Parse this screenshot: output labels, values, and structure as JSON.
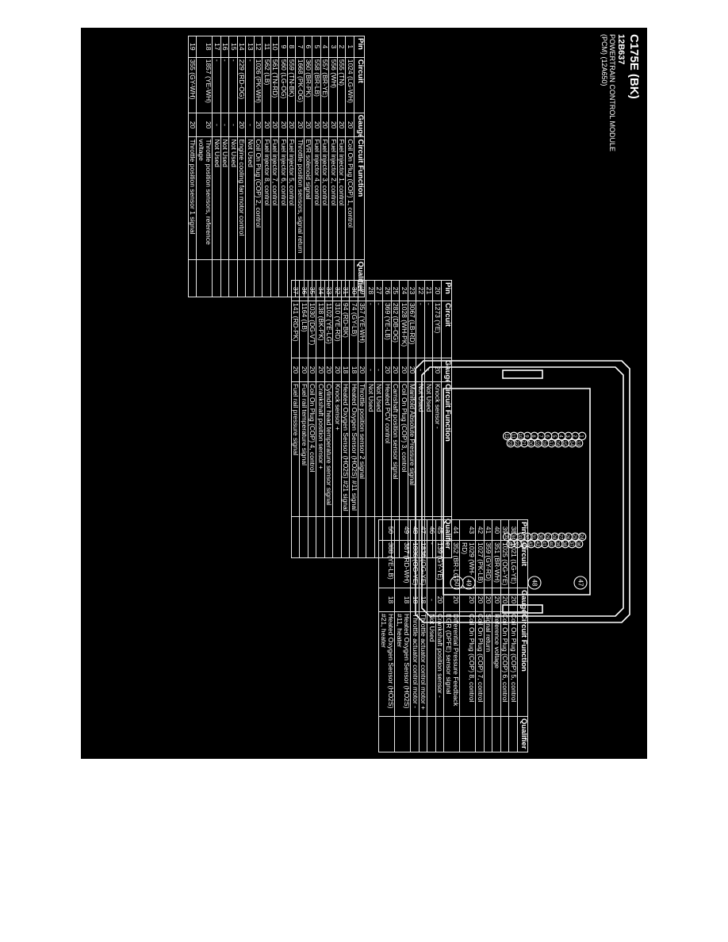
{
  "header": {
    "connector": "C175E (BK)",
    "part_number": "12B637",
    "module_name": "POWERTRAIN CONTROL MODULE",
    "module_sub": "(PCM) (12A650)"
  },
  "table_headers": {
    "pin": "Pin",
    "circuit": "Circuit",
    "gauge": "Gauge",
    "function": "Circuit Function",
    "qualifier": "Qualifier"
  },
  "table1": [
    {
      "pin": "1",
      "circuit": "1024 (LG-WH)",
      "gauge": "20",
      "function": "Coil On Plug (COP) 1, control",
      "qualifier": ""
    },
    {
      "pin": "2",
      "circuit": "555 (TN)",
      "gauge": "20",
      "function": "Fuel injector 1, control",
      "qualifier": ""
    },
    {
      "pin": "3",
      "circuit": "556 (WH)",
      "gauge": "20",
      "function": "Fuel injector 2, control",
      "qualifier": ""
    },
    {
      "pin": "4",
      "circuit": "557 (BR-YE)",
      "gauge": "20",
      "function": "Fuel injector 3, control",
      "qualifier": ""
    },
    {
      "pin": "5",
      "circuit": "558 (BR-LB)",
      "gauge": "20",
      "function": "Fuel injector 4, control",
      "qualifier": ""
    },
    {
      "pin": "6",
      "circuit": "360 (BR-PK)",
      "gauge": "20",
      "function": "EVR solenoid signal",
      "qualifier": ""
    },
    {
      "pin": "7",
      "circuit": "1668 (PK-OG)",
      "gauge": "20",
      "function": "Throttle position sensors, signal return",
      "qualifier": ""
    },
    {
      "pin": "8",
      "circuit": "559 (TN-BK)",
      "gauge": "20",
      "function": "Fuel injector 5, control",
      "qualifier": ""
    },
    {
      "pin": "9",
      "circuit": "560 (LG-OG)",
      "gauge": "20",
      "function": "Fuel injector 6, control",
      "qualifier": ""
    },
    {
      "pin": "10",
      "circuit": "561 (TN-RD)",
      "gauge": "20",
      "function": "Fuel injector 7, control",
      "qualifier": ""
    },
    {
      "pin": "11",
      "circuit": "562 (LB)",
      "gauge": "20",
      "function": "Fuel injector 8, control",
      "qualifier": ""
    },
    {
      "pin": "12",
      "circuit": "1026 (PK-WH)",
      "gauge": "20",
      "function": "Coil On Plug (COP) 2, control",
      "qualifier": ""
    },
    {
      "pin": "13",
      "circuit": "-",
      "gauge": "-",
      "function": "Not Used",
      "qualifier": ""
    },
    {
      "pin": "14",
      "circuit": "229 (RD-OG)",
      "gauge": "20",
      "function": "Engine cooling fan motor control",
      "qualifier": ""
    },
    {
      "pin": "15",
      "circuit": "-",
      "gauge": "-",
      "function": "Not Used",
      "qualifier": ""
    },
    {
      "pin": "16",
      "circuit": "-",
      "gauge": "-",
      "function": "Not Used",
      "qualifier": ""
    },
    {
      "pin": "17",
      "circuit": "-",
      "gauge": "-",
      "function": "Not Used",
      "qualifier": ""
    },
    {
      "pin": "18",
      "circuit": "1857 (YE-WH)",
      "gauge": "20",
      "function": "Throttle position sensors, reference voltage",
      "qualifier": ""
    },
    {
      "pin": "19",
      "circuit": "355 (GY-WH)",
      "gauge": "20",
      "function": "Throttle position sensor 1 signal",
      "qualifier": ""
    }
  ],
  "table2": [
    {
      "pin": "20",
      "circuit": "1273 (YE)",
      "gauge": "20",
      "function": "Knock sensor -",
      "qualifier": ""
    },
    {
      "pin": "21",
      "circuit": "-",
      "gauge": "-",
      "function": "Not Used",
      "qualifier": ""
    },
    {
      "pin": "22",
      "circuit": "-",
      "gauge": "-",
      "function": "Not Used",
      "qualifier": ""
    },
    {
      "pin": "23",
      "circuit": "3067 (LB-RD)",
      "gauge": "20",
      "function": "Manifold Absolute Pressure signal",
      "qualifier": ""
    },
    {
      "pin": "24",
      "circuit": "1028 (WH-PK)",
      "gauge": "20",
      "function": "Coil On Plug (COP) 3, control",
      "qualifier": ""
    },
    {
      "pin": "25",
      "circuit": "282 (DB-OG)",
      "gauge": "20",
      "function": "Camshaft position sensor signal",
      "qualifier": ""
    },
    {
      "pin": "26",
      "circuit": "369 (YE-LB)",
      "gauge": "20",
      "function": "Heated PCV control",
      "qualifier": ""
    },
    {
      "pin": "27",
      "circuit": "-",
      "gauge": "-",
      "function": "Not Used",
      "qualifier": ""
    },
    {
      "pin": "28",
      "circuit": "-",
      "gauge": "-",
      "function": "Not Used",
      "qualifier": ""
    },
    {
      "pin": "29",
      "circuit": "357 (YE-WH)",
      "gauge": "20",
      "function": "Throttle position sensor 2 signal",
      "qualifier": ""
    },
    {
      "pin": "30",
      "circuit": "74 (GY-LB)",
      "gauge": "18",
      "function": "Heated Oxygen Sensor (HO2S) #11 signal",
      "qualifier": ""
    },
    {
      "pin": "31",
      "circuit": "94 (RD-BK)",
      "gauge": "18",
      "function": "Heated Oxygen Sensor (HO2S) #21 signal",
      "qualifier": ""
    },
    {
      "pin": "32",
      "circuit": "310 (YE-RD)",
      "gauge": "20",
      "function": "Knock sensor +",
      "qualifier": ""
    },
    {
      "pin": "33",
      "circuit": "1102 (YE-LG)",
      "gauge": "20",
      "function": "Cylinder head temperature sensor signal",
      "qualifier": ""
    },
    {
      "pin": "34",
      "circuit": "138 (BK-PK)",
      "gauge": "20",
      "function": "Crankshaft position sensor +",
      "qualifier": ""
    },
    {
      "pin": "35",
      "circuit": "1030 (DG-VT)",
      "gauge": "20",
      "function": "Coil On Plug (COP) 4, control",
      "qualifier": ""
    },
    {
      "pin": "36",
      "circuit": "1164 (LB)",
      "gauge": "20",
      "function": "Fuel rail temperature signal",
      "qualifier": ""
    },
    {
      "pin": "37",
      "circuit": "141 (RD-PK)",
      "gauge": "20",
      "function": "Fuel rail pressure signal",
      "qualifier": ""
    }
  ],
  "table3": [
    {
      "pin": "38",
      "circuit": "1021 (LG-YE)",
      "gauge": "20",
      "function": "Coil On Plug (COP) 5, control",
      "qualifier": ""
    },
    {
      "pin": "39",
      "circuit": "1025 (OG-YE)",
      "gauge": "20",
      "function": "Coil On Plug (COP) 6, control",
      "qualifier": ""
    },
    {
      "pin": "40",
      "circuit": "351 (BR-WH)",
      "gauge": "20",
      "function": "Reference voltage",
      "qualifier": ""
    },
    {
      "pin": "41",
      "circuit": "359 (GY-RD)",
      "gauge": "20",
      "function": "Signal return",
      "qualifier": ""
    },
    {
      "pin": "42",
      "circuit": "1027 (PK-LB)",
      "gauge": "20",
      "function": "Coil On Plug (COP) 7, control",
      "qualifier": ""
    },
    {
      "pin": "43",
      "circuit": "1029 (WH-RD)",
      "gauge": "20",
      "function": "Coil On Plug (COP) 8, control",
      "qualifier": ""
    },
    {
      "pin": "44",
      "circuit": "352 (BR-LG)",
      "gauge": "20",
      "function": "Differential Pressure Feedback EGR (DPFE) sensor signal",
      "qualifier": ""
    },
    {
      "pin": "45",
      "circuit": "139 (GY-YE)",
      "gauge": "20",
      "function": "Crankshaft position sensor -",
      "qualifier": ""
    },
    {
      "pin": "46",
      "circuit": "-",
      "gauge": "-",
      "function": "Not Used",
      "qualifier": ""
    },
    {
      "pin": "47",
      "circuit": "1836 (OG-YE)",
      "gauge": "18",
      "function": "Throttle actuator control motor +",
      "qualifier": ""
    },
    {
      "pin": "48",
      "circuit": "1836 (OG-YE)",
      "gauge": "18",
      "function": "Throttle actuator control motor -",
      "qualifier": ""
    },
    {
      "pin": "49",
      "circuit": "387 (RD-WH)",
      "gauge": "18",
      "function": "Heated Oxygen Sensor (HO2S) #11, heater",
      "qualifier": ""
    },
    {
      "pin": "50",
      "circuit": "388 (YE-LB)",
      "gauge": "18",
      "function": "Heated Oxygen Sensor (HO2S) #21, heater",
      "qualifier": ""
    }
  ],
  "connector_pins": {
    "row1": [
      "1",
      "2",
      "3",
      "4",
      "5",
      "6",
      "7",
      "8",
      "9",
      "10",
      "11",
      "12"
    ],
    "row2": [
      "13",
      "14",
      "15",
      "16",
      "17",
      "18",
      "19",
      "20",
      "21",
      "22",
      "23"
    ],
    "row3": [
      "24",
      "25",
      "26",
      "27",
      "28",
      "29",
      "30",
      "31",
      "32",
      "33",
      "34",
      "35"
    ],
    "row4": [
      "36",
      "37",
      "38",
      "39",
      "40",
      "41",
      "42",
      "43",
      "44",
      "45",
      "46"
    ],
    "large": [
      "47",
      "48",
      "49",
      "50"
    ]
  }
}
